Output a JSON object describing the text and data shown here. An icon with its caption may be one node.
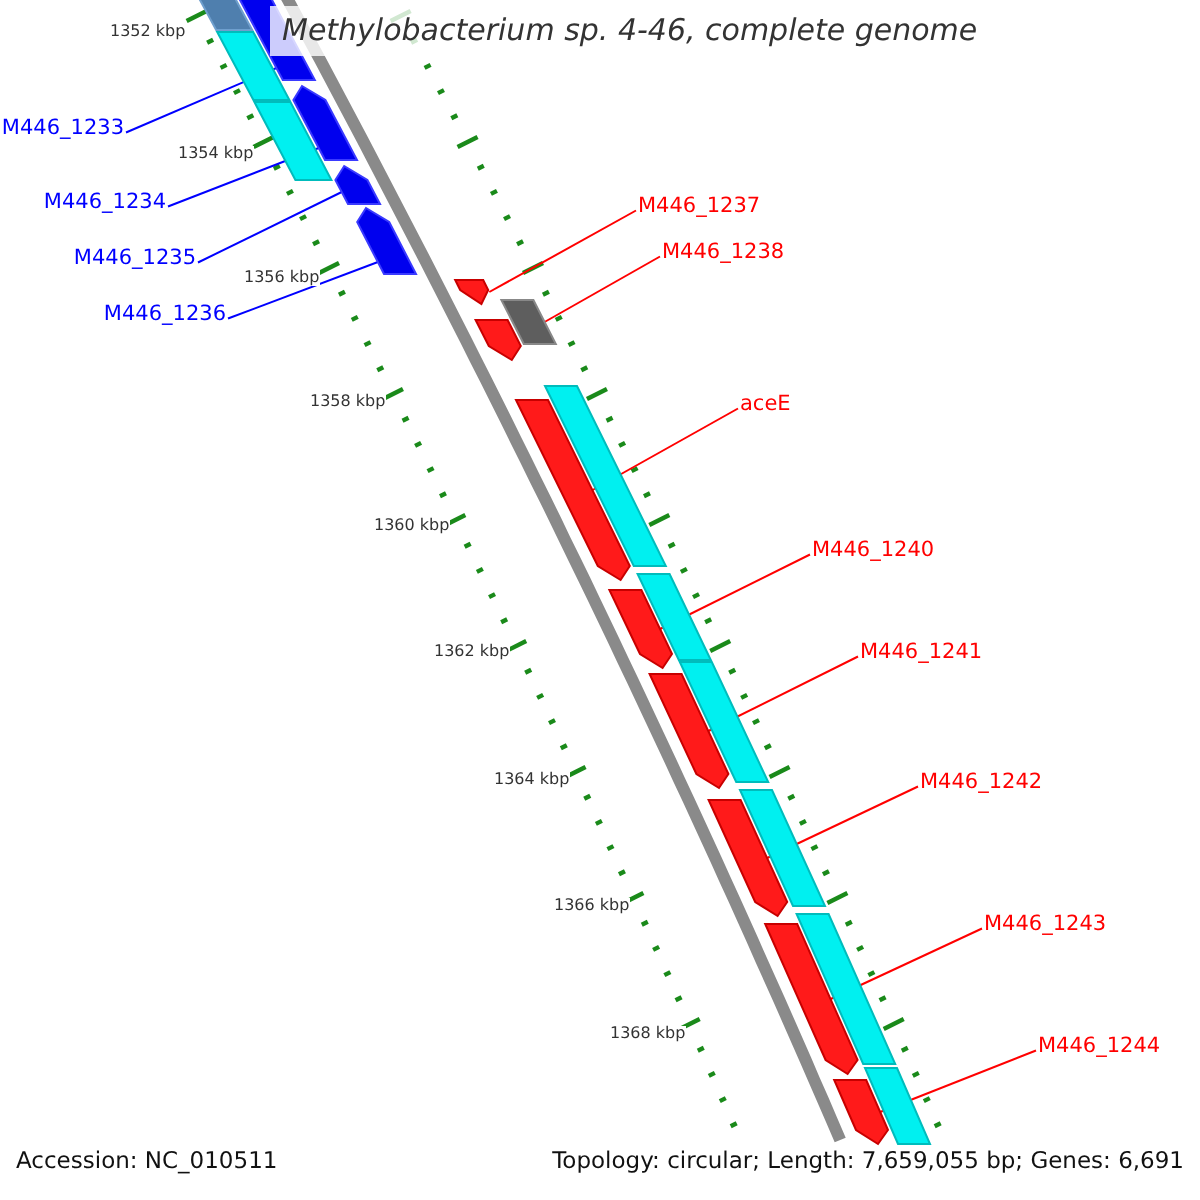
{
  "diagram": {
    "title": "Methylobacterium sp. 4-46, complete genome",
    "nodes": [
      {
        "text": [
          "M446_1233"
        ]
      },
      {
        "text": [
          "M446_1234"
        ]
      },
      {
        "text": [
          "M446_1235"
        ]
      },
      {
        "text": [
          "M446_1236"
        ]
      },
      {
        "text": [
          "M446_1237"
        ]
      },
      {
        "text": [
          "M446_1238"
        ]
      },
      {
        "text": [
          "aceE"
        ]
      },
      {
        "text": [
          "M446_1240"
        ]
      },
      {
        "text": [
          "M446_1241"
        ]
      },
      {
        "text": [
          "M446_1242"
        ]
      },
      {
        "text": [
          "M446_1243"
        ]
      },
      {
        "text": [
          "M446_1244"
        ]
      },
      {
        "text": [],
        "shape": "bar"
      },
      {
        "text": [],
        "shape": "arrow"
      },
      {
        "text": [],
        "shape": "bar"
      },
      {
        "text": [],
        "shape": "arrow"
      },
      {
        "text": [],
        "shape": "bar"
      },
      {
        "text": [],
        "shape": "arrow"
      },
      {
        "text": [],
        "shape": "arrow"
      },
      {
        "text": [],
        "shape": "arrow"
      },
      {
        "text": [],
        "shape": "bar"
      },
      {
        "text": [],
        "shape": "arrow"
      },
      {
        "text": [],
        "shape": "bar"
      },
      {
        "text": [],
        "shape": "arrow"
      },
      {
        "text": [],
        "shape": "bar"
      },
      {
        "text": [],
        "shape": "arrow"
      },
      {
        "text": [],
        "shape": "bar"
      },
      {
        "text": [],
        "shape": "arrow"
      },
      {
        "text": [],
        "shape": "bar"
      },
      {
        "text": [],
        "shape": "arrow"
      },
      {
        "text": [],
        "shape": "bar"
      },
      {
        "text": [],
        "shape": "arrow"
      },
      {
        "text": [],
        "shape": "bar"
      },
      {
        "text": [],
        "shape": "arrow"
      }
    ],
    "edges": [
      {
        "from": 0,
        "to": 13,
        "arrow": "none",
        "color": "#0000ff"
      },
      {
        "from": 1,
        "to": 15,
        "arrow": "none",
        "color": "#0000ff"
      },
      {
        "from": 2,
        "to": 17,
        "arrow": "none",
        "color": "#0000ff"
      },
      {
        "from": 3,
        "to": 18,
        "arrow": "none",
        "color": "#0000ff"
      },
      {
        "from": 4,
        "to": 19,
        "arrow": "none"
      },
      {
        "from": 5,
        "to": 20,
        "arrow": "none"
      },
      {
        "from": 6,
        "to": 23,
        "arrow": "none"
      },
      {
        "from": 7,
        "to": 25,
        "arrow": "none"
      },
      {
        "from": 8,
        "to": 27,
        "arrow": "none"
      },
      {
        "from": 9,
        "to": 29,
        "arrow": "none"
      },
      {
        "from": 10,
        "to": 31,
        "arrow": "none"
      },
      {
        "from": 11,
        "to": 33,
        "arrow": "none"
      }
    ],
    "labels": [
      "1352 kbp",
      "1354 kbp",
      "1356 kbp",
      "1358 kbp",
      "1360 kbp",
      "1362 kbp",
      "1364 kbp",
      "1366 kbp",
      "1368 kbp",
      "Accession: NC_010511",
      "Topology: circular; Length: 7,659,055 bp; Genes: 6,691"
    ]
  }
}
